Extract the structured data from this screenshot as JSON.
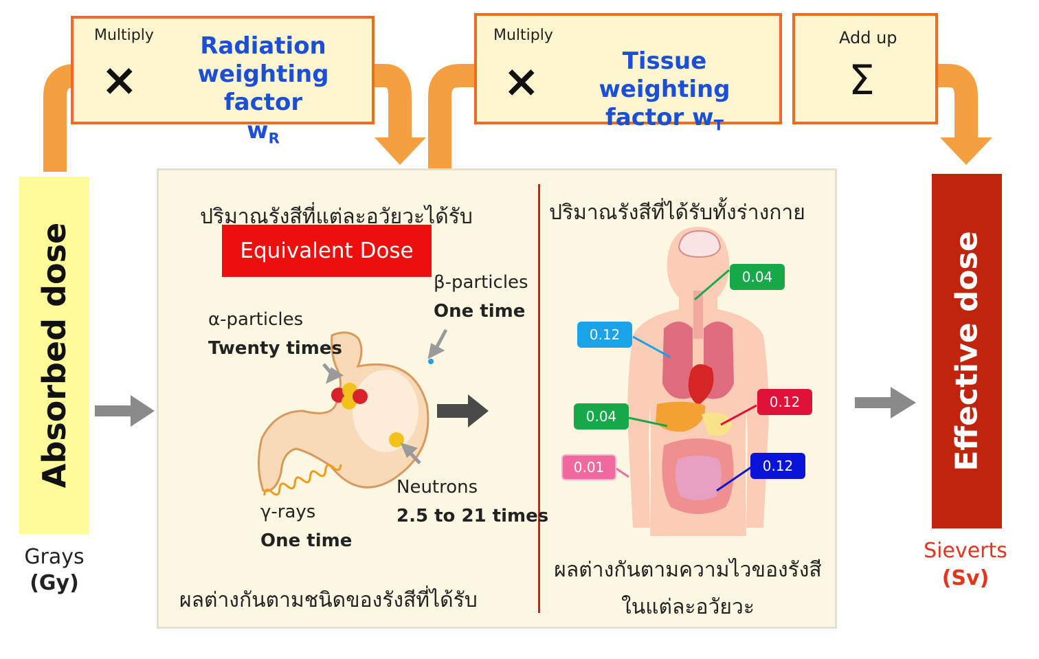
{
  "top_boxes": {
    "radiation": {
      "multiply": "Multiply",
      "symbol": "×",
      "line1": "Radiation",
      "line2": "weighting factor",
      "line3": "w",
      "sub": "R"
    },
    "tissue": {
      "multiply": "Multiply",
      "symbol": "×",
      "line1": "Tissue weighting",
      "line2": "factor w",
      "sub": "T"
    },
    "sum": {
      "label": "Add up",
      "symbol": "Σ"
    }
  },
  "absorbed": {
    "title": "Absorbed dose",
    "unit_name": "Grays",
    "unit_symbol": "(Gy)"
  },
  "effective": {
    "title": "Effective dose",
    "unit_name": "Sieverts",
    "unit_symbol": "(Sv)"
  },
  "equivalent": {
    "heading_thai": "ปริมาณรังสีที่แต่ละอวัยวะได้รับ",
    "badge": "Equivalent Dose",
    "footer_thai": "ผลต่างกันตามชนิดของรังสีที่ได้รับ",
    "alpha": {
      "name": "α-particles",
      "factor": "Twenty times"
    },
    "beta": {
      "name": "β-particles",
      "factor": "One time"
    },
    "gamma": {
      "name": "γ-rays",
      "factor": "One time"
    },
    "neutron": {
      "name": "Neutrons",
      "factor": "2.5 to 21 times"
    }
  },
  "whole_body": {
    "heading_thai": "ปริมาณรังสีที่ได้รับทั้งร่างกาย",
    "footer_thai_1": "ผลต่างกันตามความไวของรังสี",
    "footer_thai_2": "ในแต่ละอวัยวะ",
    "factors": [
      {
        "value": "0.04",
        "color": "#17a84a"
      },
      {
        "value": "0.12",
        "color": "#1aa3e8"
      },
      {
        "value": "0.12",
        "color": "#e0123a"
      },
      {
        "value": "0.04",
        "color": "#17a84a"
      },
      {
        "value": "0.01",
        "color": "#f06aa0"
      },
      {
        "value": "0.12",
        "color": "#0a14d8"
      }
    ]
  },
  "colors": {
    "orange_border": "#f06a20",
    "absorbed_bg": "#fdfb9a",
    "effective_bg": "#c0240c",
    "equivalent_red": "#ef0e0e"
  }
}
